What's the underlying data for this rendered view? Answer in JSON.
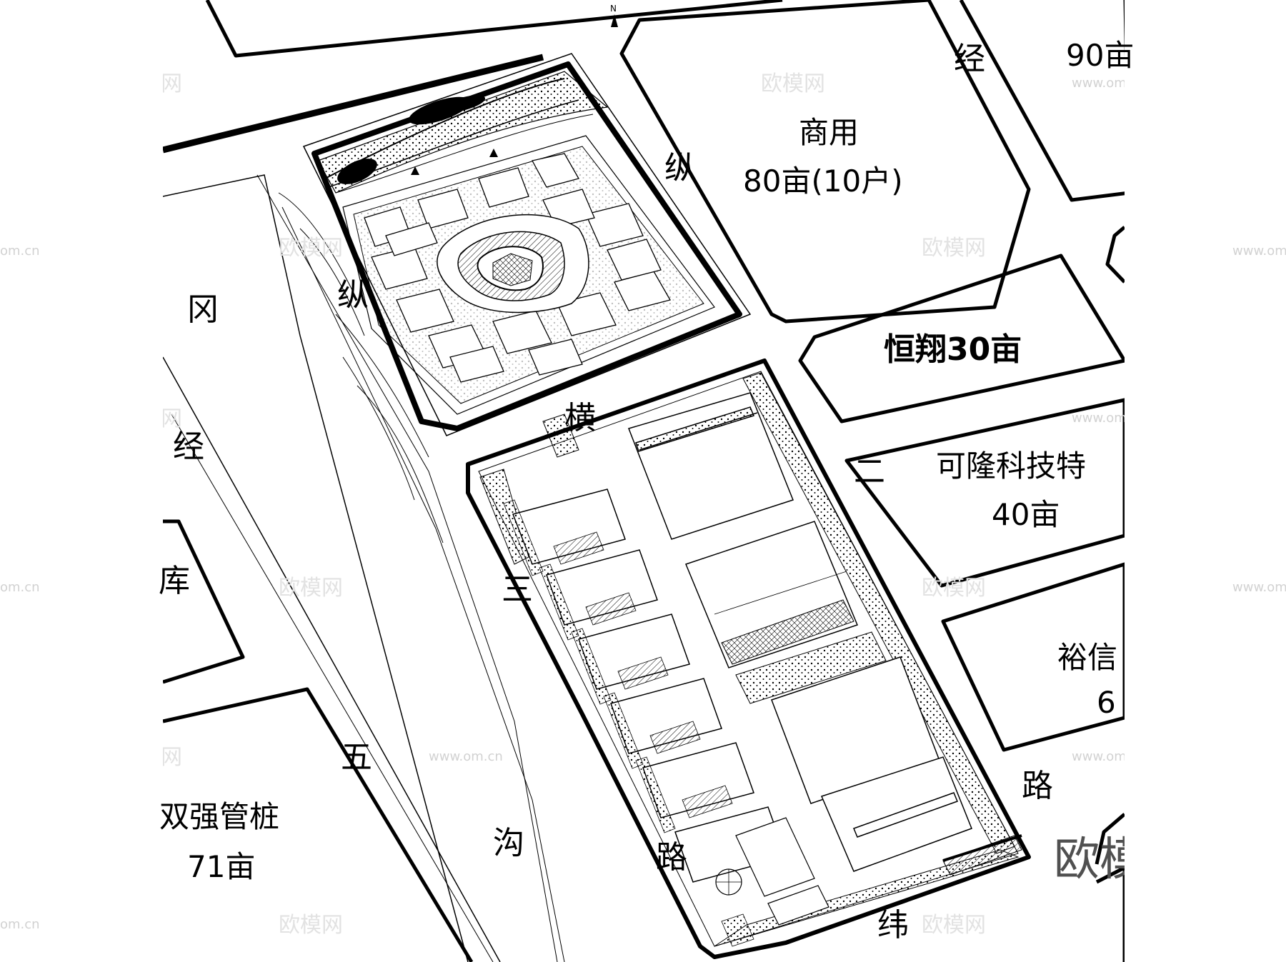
{
  "road_labels": {
    "gang_jing_1": "冈",
    "gang_jing_2": "经",
    "ku": "库",
    "zong_1": "纵",
    "zong_2": "纵",
    "heng": "横",
    "er": "二",
    "san": "三",
    "wu": "五",
    "gou": "沟",
    "lu_1": "路",
    "lu_2": "路",
    "wei": "纬",
    "jing_top": "经"
  },
  "parcels": {
    "commercial": {
      "name": "商用",
      "area": "80亩(10户)"
    },
    "hengxiang": {
      "name": "恒翔30亩"
    },
    "kelong": {
      "name": "可隆科技特",
      "area": "40亩"
    },
    "yuxin": {
      "name": "裕信",
      "area": "6"
    },
    "shuangqiang": {
      "name": "双强管桩",
      "area": "71亩"
    },
    "top_right": {
      "area": "90亩"
    }
  },
  "compass": {
    "label": "N"
  },
  "watermarks": {
    "brand": "欧模网",
    "url": "www.om.cn",
    "url_short": "om.cn"
  },
  "colors": {
    "line": "#000000",
    "background": "#ffffff"
  }
}
